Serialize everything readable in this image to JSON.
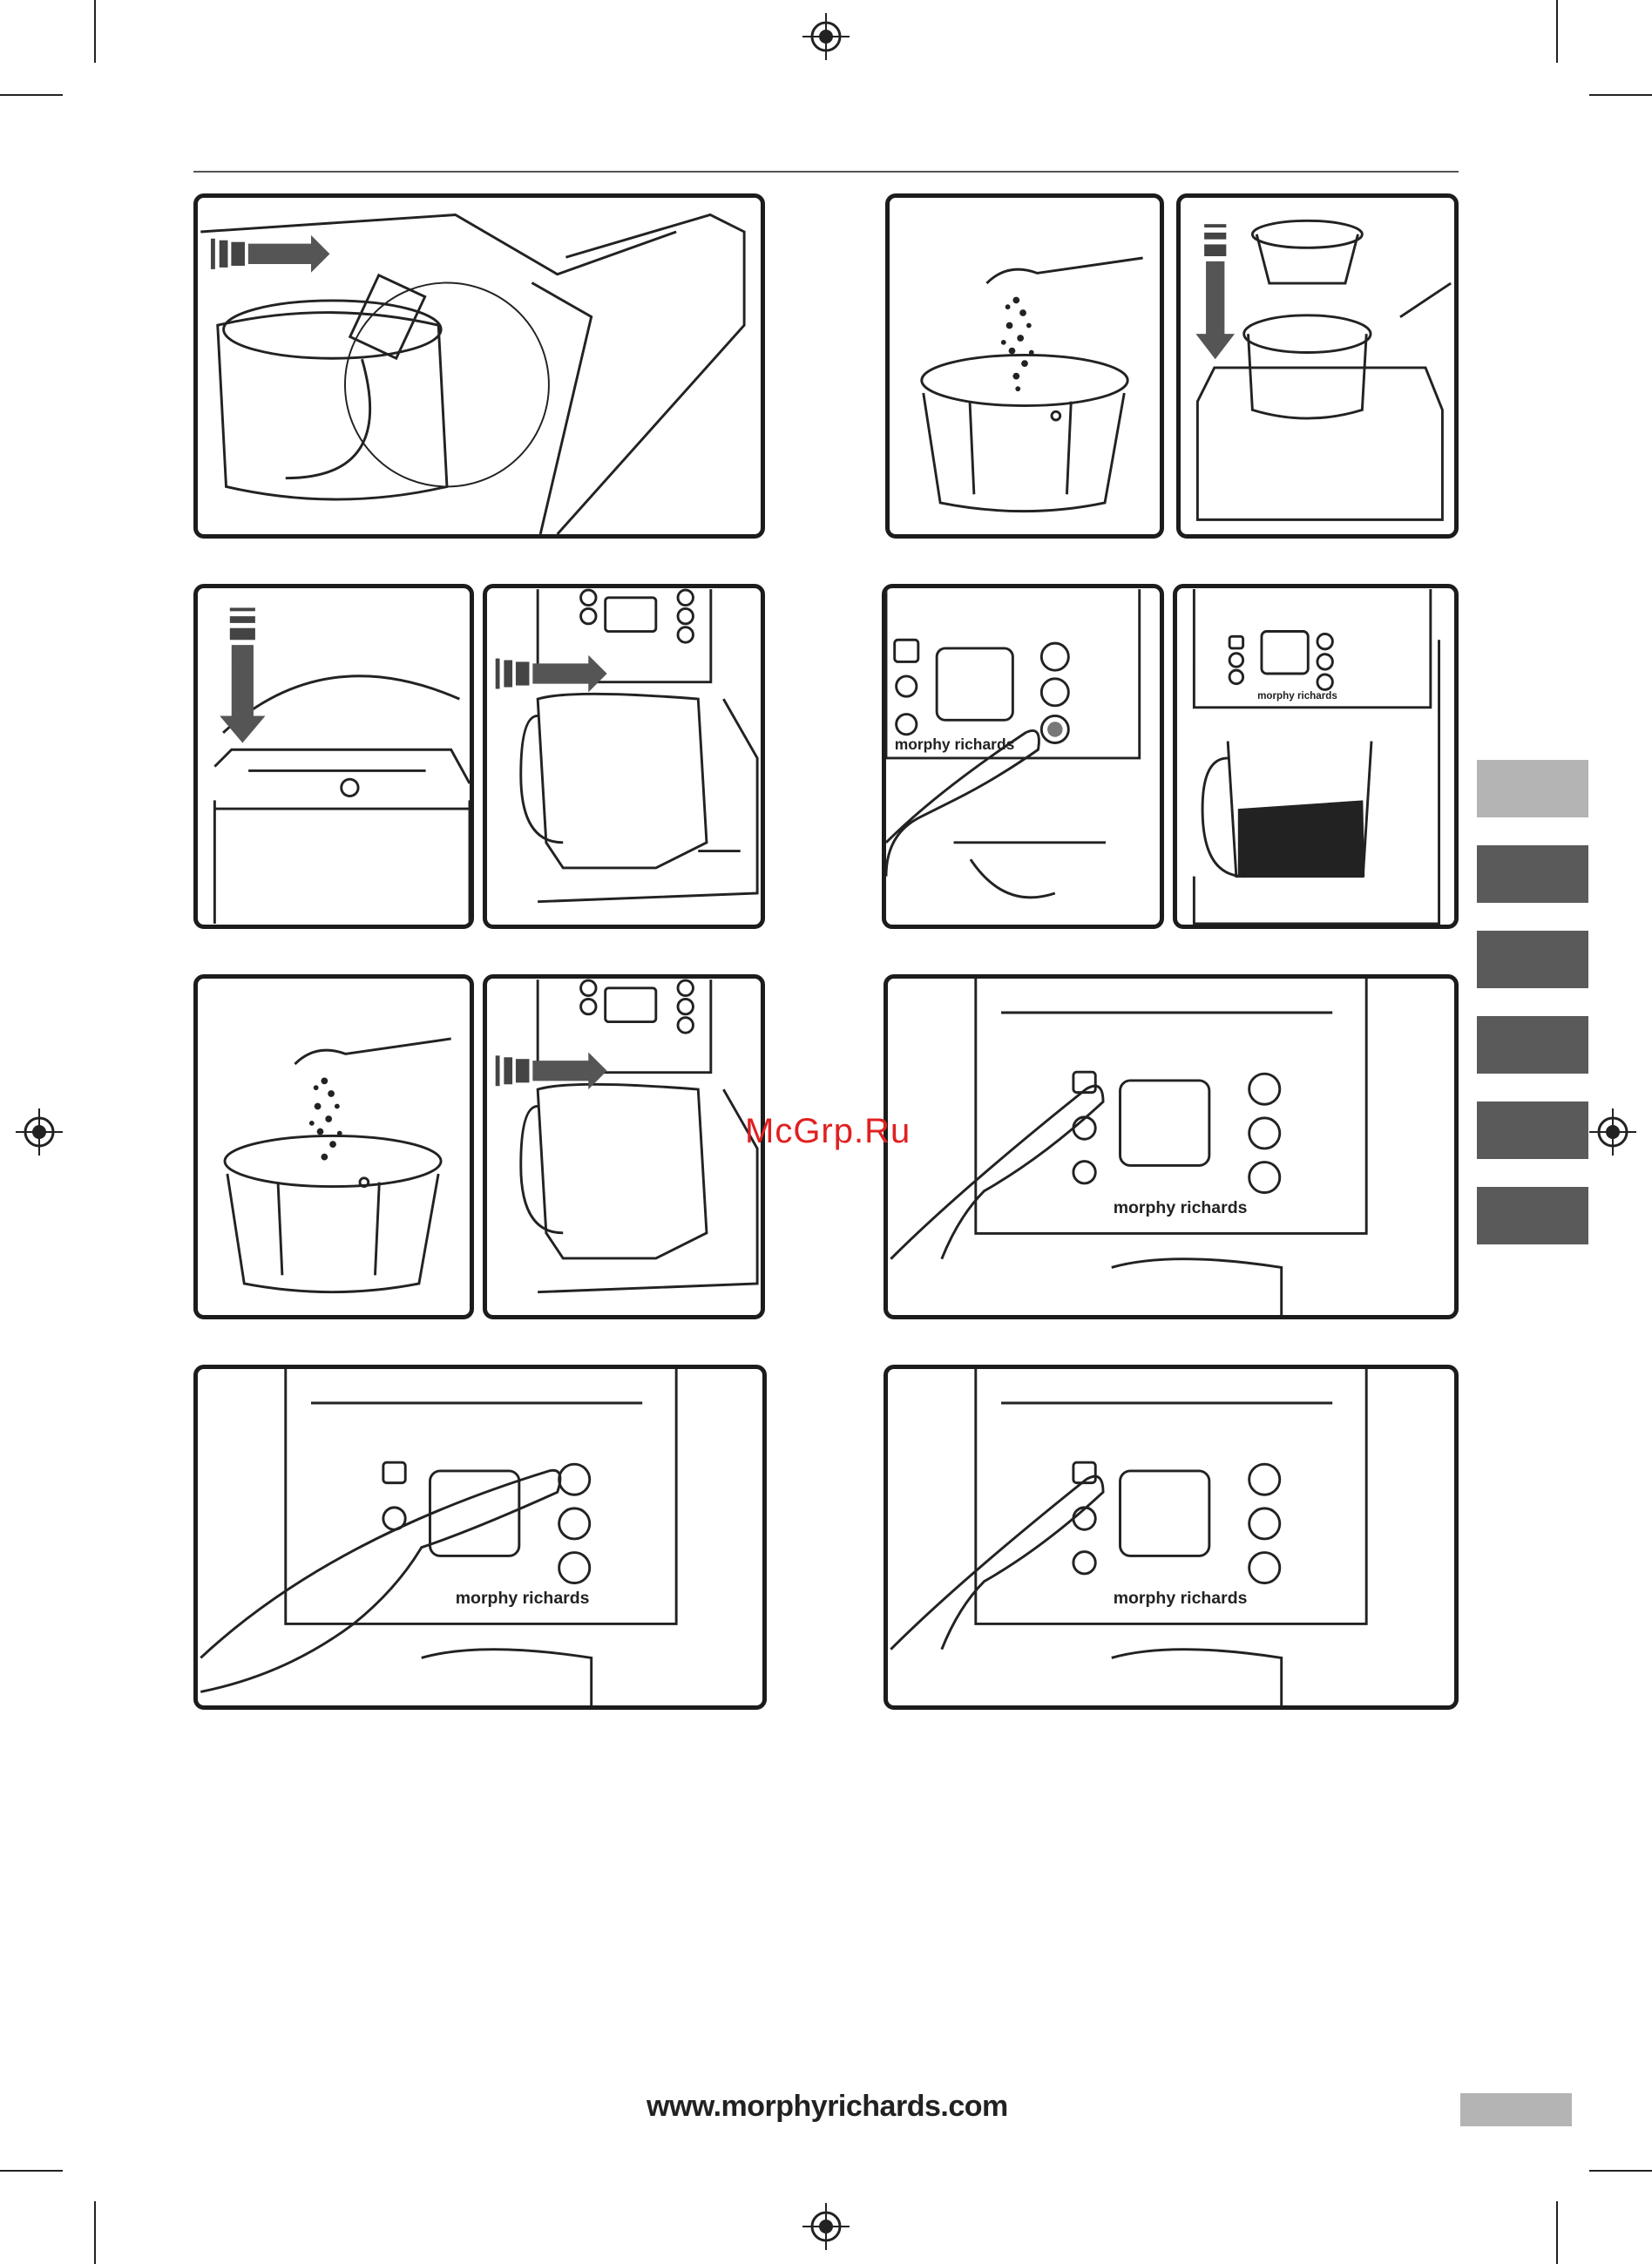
{
  "watermark": "McGrp.Ru",
  "footer": {
    "url": "www.morphyrichards.com"
  },
  "brand_label": "morphy richards",
  "colors": {
    "tab_light": "#b4b4b4",
    "tab_dark": "#5a5a5a",
    "page_tab": "#b4b4b4",
    "watermark": "#e02020",
    "line": "#1c1c1c"
  },
  "icons": {
    "registration_mark": "crosshair-circle-icon",
    "arrow_right": "arrow-right-icon",
    "arrow_down": "arrow-down-icon",
    "control_up": "triangle-up-icon",
    "control_down": "triangle-down-icon",
    "control_power": "power-icon",
    "control_clock": "clock-icon",
    "control_strength": "strength-icon",
    "control_hotplate": "hotplate-icon"
  }
}
